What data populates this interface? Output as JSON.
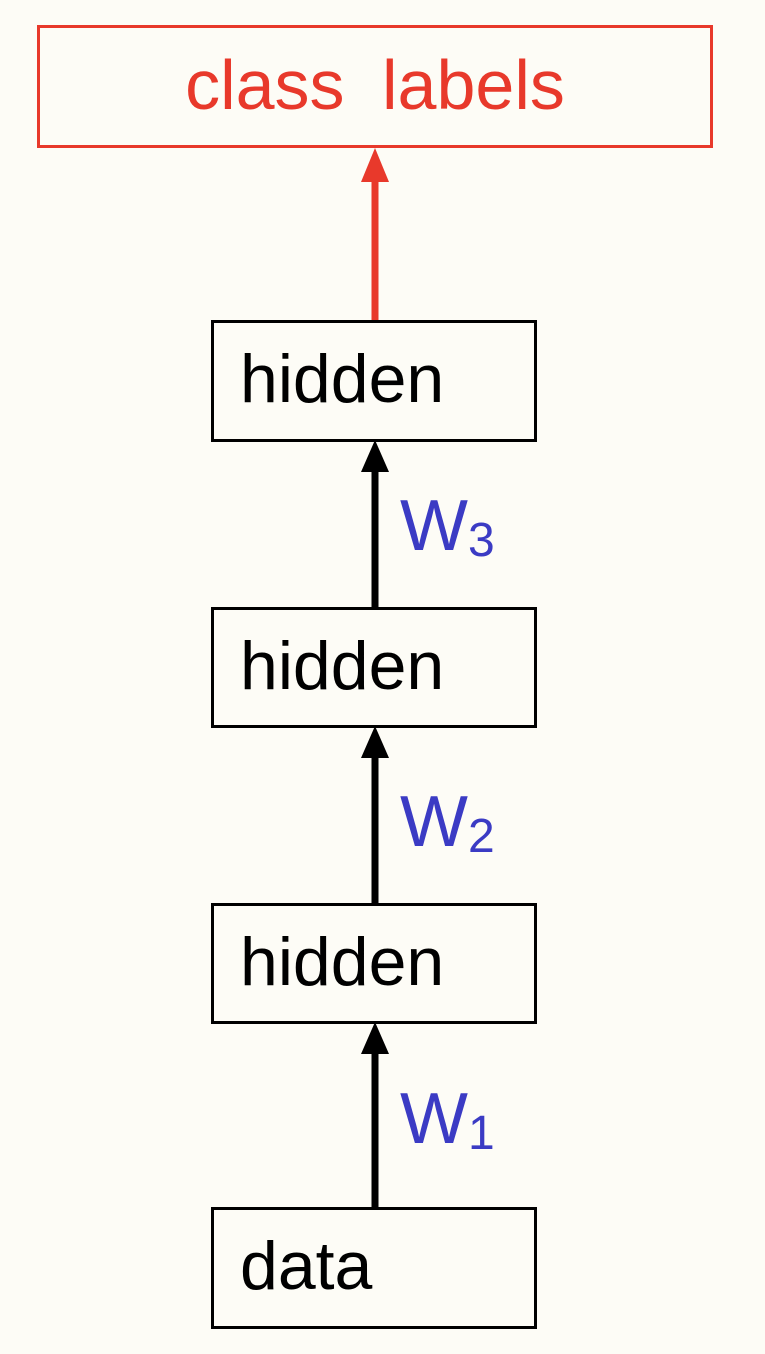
{
  "diagram": {
    "output_label": "class labels",
    "nodes": [
      {
        "id": "hidden3",
        "label": "hidden"
      },
      {
        "id": "hidden2",
        "label": "hidden"
      },
      {
        "id": "hidden1",
        "label": "hidden"
      },
      {
        "id": "data",
        "label": "data"
      }
    ],
    "weights": [
      {
        "name": "W",
        "sub": "3"
      },
      {
        "name": "W",
        "sub": "2"
      },
      {
        "name": "W",
        "sub": "1"
      }
    ],
    "colors": {
      "output": "#e8392b",
      "weights": "#3b3bc4",
      "boxes": "#000000",
      "background": "#fdfcf6"
    }
  }
}
